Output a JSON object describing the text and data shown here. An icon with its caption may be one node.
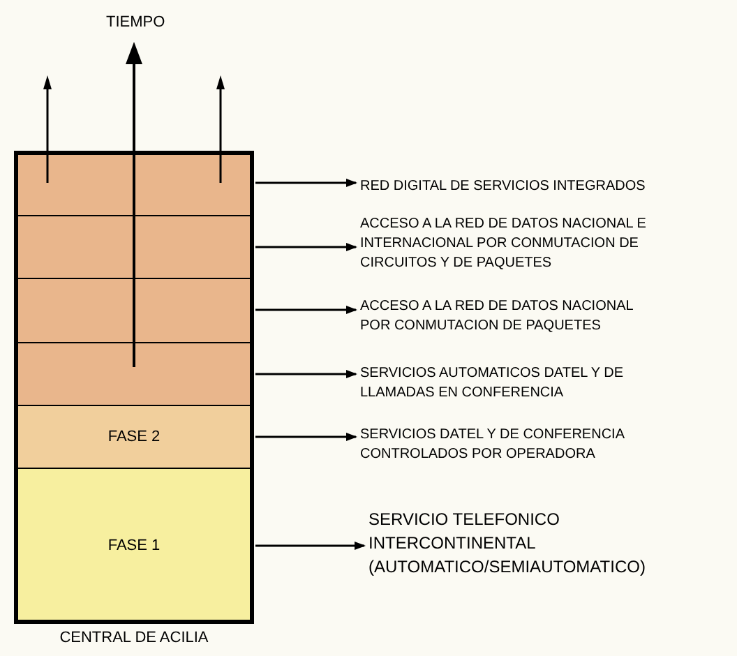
{
  "diagram": {
    "nodes": [
      {
        "text": [
          "CENTRAL DE ACILIA"
        ]
      },
      {
        "text": [],
        "shape": "box",
        "in": 0
      },
      {
        "text": [],
        "shape": "box",
        "in": 0
      },
      {
        "text": [],
        "shape": "box",
        "in": 0
      },
      {
        "text": [],
        "shape": "box",
        "in": 0
      },
      {
        "text": [
          "FASE 2"
        ],
        "in": 0
      },
      {
        "text": [
          "FASE 1"
        ],
        "in": 0
      },
      {
        "text": [
          "RED DIGITAL DE SERVICIOS INTEGRADOS"
        ]
      },
      {
        "text": [
          "ACCESO A LA RED DE DATOS NACIONAL E INTERNACIONAL POR CONMUTACION DE CIRCUITOS Y DE PAQUETES"
        ]
      },
      {
        "text": [
          "ACCESO A LA RED DE DATOS NACIONAL POR CONMUTACION DE PAQUETES"
        ]
      },
      {
        "text": [
          "SERVICIOS AUTOMATICOS DATEL Y DE LLAMADAS EN CONFERENCIA"
        ]
      },
      {
        "text": [
          "SERVICIOS DATEL Y DE CONFERENCIA CONTROLADOS POR OPERADORA"
        ]
      },
      {
        "text": [
          "SERVICIO TELEFONICO INTERCONTINENTAL (AUTOMATICO/SEMIAUTOMATICO)"
        ]
      }
    ],
    "edges": [
      {
        "from": 1,
        "to": 7,
        "arrow": "to"
      },
      {
        "from": 2,
        "to": 8,
        "arrow": "to"
      },
      {
        "from": 3,
        "to": 9,
        "arrow": "to"
      },
      {
        "from": 4,
        "to": 10,
        "arrow": "to"
      },
      {
        "from": 5,
        "to": 11,
        "arrow": "to"
      },
      {
        "from": 6,
        "to": 12,
        "arrow": "to"
      }
    ],
    "labels": [
      "TIEMPO"
    ]
  }
}
